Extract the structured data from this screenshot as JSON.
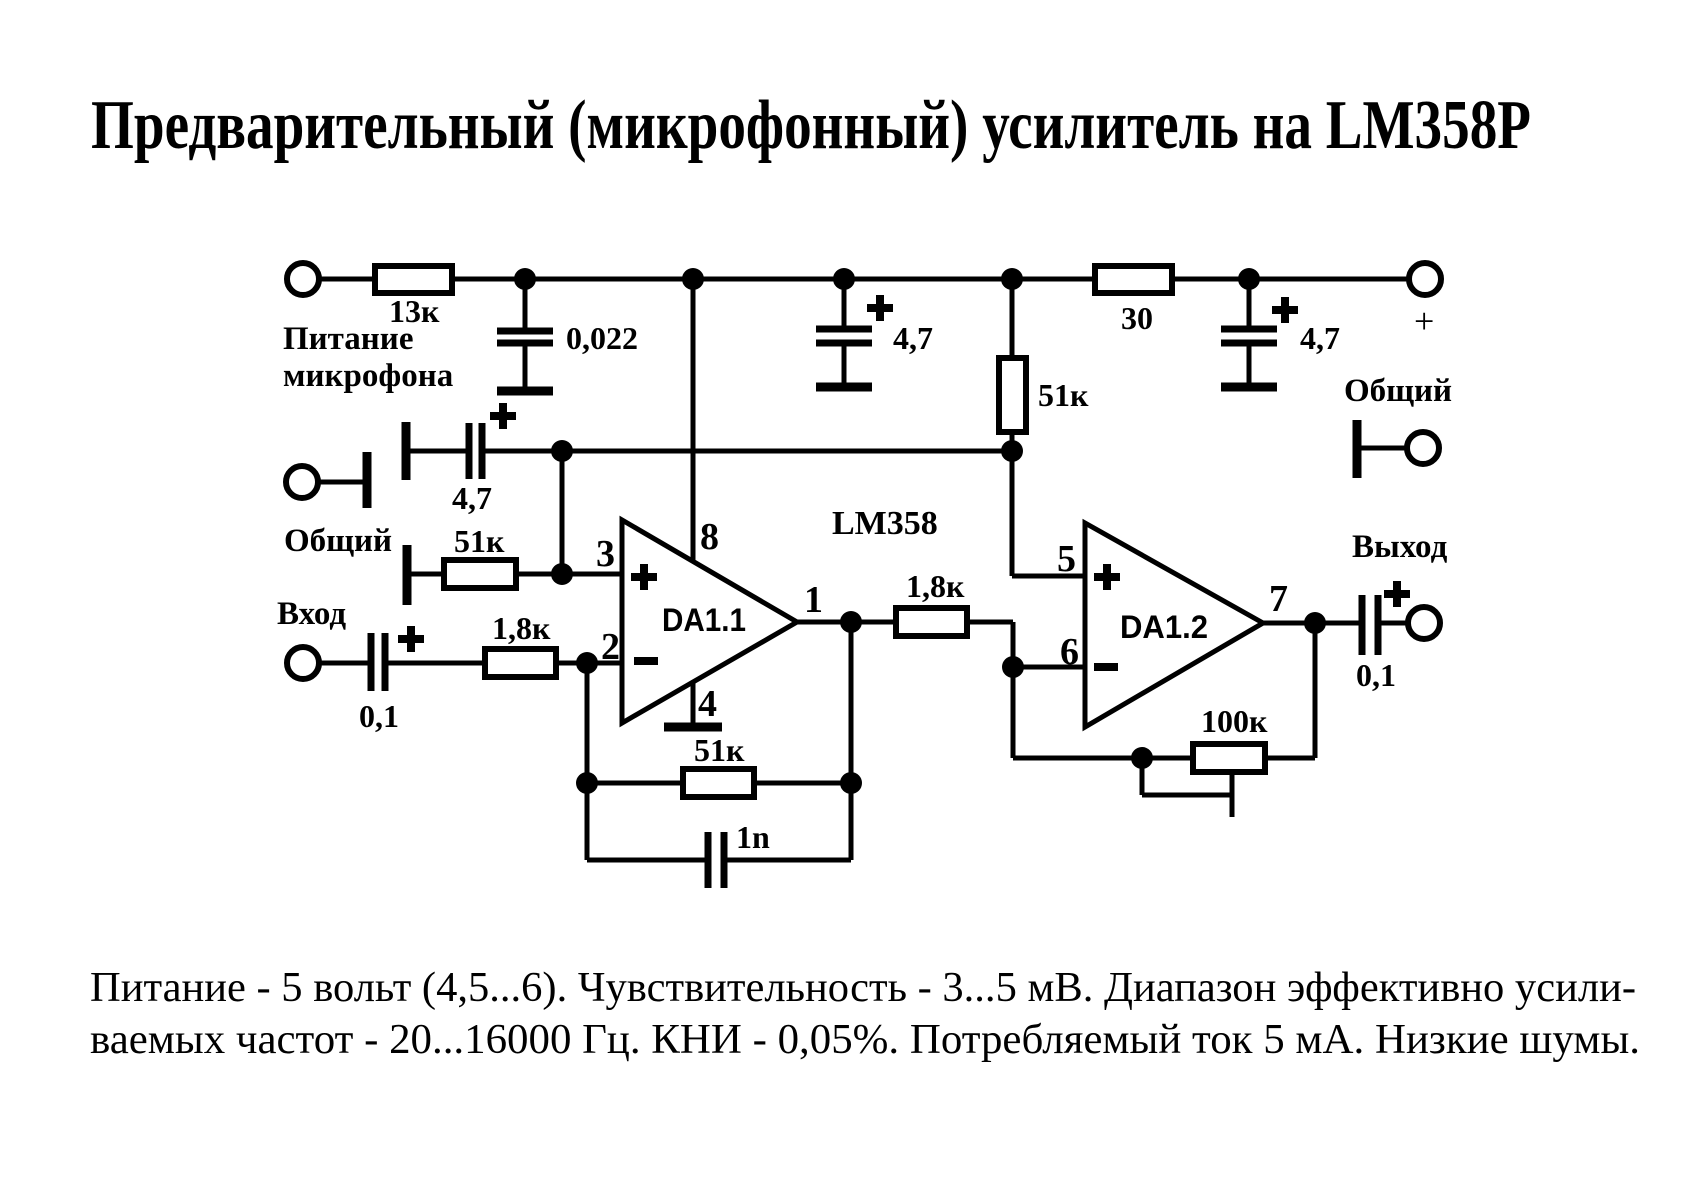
{
  "title": "Предварительный (микрофонный) усилитель на LM358P",
  "description": {
    "line1": "Питание - 5 вольт (4,5...6). Чувствительность - 3...5 мВ. Диапазон эффективно усили-",
    "line2": "ваемых частот - 20...16000 Гц. КНИ - 0,05%.  Потребляемый ток 5 мА. Низкие шумы."
  },
  "schematic": {
    "ic_label": "LM358",
    "colors": {
      "ink": "#000000",
      "background": "#ffffff"
    },
    "terminals": {
      "mic_power_line1": "Питание",
      "mic_power_line2": "микрофона",
      "common_left": "Общий",
      "input": "Вход",
      "power_plus": "+",
      "common_right": "Общий",
      "output": "Выход"
    },
    "values": {
      "r1": "13к",
      "c1": "0,022",
      "c2": "4,7",
      "r2": "30",
      "c3": "4,7",
      "r3": "51к",
      "c4": "4,7",
      "r4": "51к",
      "c5": "0,1",
      "r5": "1,8к",
      "r6": "51к",
      "c6": "1n",
      "r7": "1,8к",
      "r8": "100к",
      "c7": "0,1"
    },
    "opamp1": {
      "label": "DA1.1",
      "pin_in_plus": "3",
      "pin_in_minus": "2",
      "pin_out": "1",
      "pin_power": "8",
      "pin_ground": "4"
    },
    "opamp2": {
      "label": "DA1.2",
      "pin_in_plus": "5",
      "pin_in_minus": "6",
      "pin_out": "7"
    },
    "icons": {
      "polarity_plus": "+",
      "noninverting_input": "+",
      "inverting_input": "−",
      "ground_bar": "⊥"
    }
  }
}
